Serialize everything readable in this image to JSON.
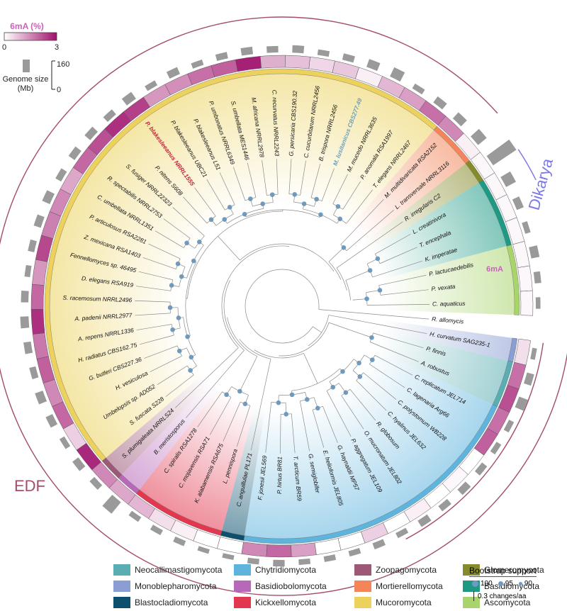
{
  "heat_legend": {
    "title": "6mA (%)",
    "min": "0",
    "max": "3"
  },
  "size_legend": {
    "title_line1": "Genome size",
    "title_line2": "(Mb)",
    "max": "160",
    "min": "0"
  },
  "group_labels": {
    "dikarya": "Dikarya",
    "edf": "EDF",
    "sixma": "6mA"
  },
  "taxa": [
    {
      "name": "R. allomycis",
      "phylum": "none",
      "mA": 0,
      "gs": 0,
      "hl": false
    },
    {
      "name": "C. aquaticus",
      "phylum": "asco",
      "mA": 0.1,
      "gs": 25,
      "hl": false
    },
    {
      "name": "P. vexata",
      "phylum": "asco",
      "mA": 0.1,
      "gs": 35,
      "hl": false
    },
    {
      "name": "P. lactucaedebilis",
      "phylum": "asco",
      "mA": 0.1,
      "gs": 45,
      "hl": false
    },
    {
      "name": "K. imperatae",
      "phylum": "basidio",
      "mA": 0.1,
      "gs": 30,
      "hl": false
    },
    {
      "name": "T. encephala",
      "phylum": "basidio",
      "mA": 0.1,
      "gs": 40,
      "hl": false
    },
    {
      "name": "L. creatinivora",
      "phylum": "basidio",
      "mA": 0.1,
      "gs": 60,
      "hl": false
    },
    {
      "name": "R. irregularis C2",
      "phylum": "glom",
      "mA": 0.1,
      "gs": 150,
      "hl": false
    },
    {
      "name": "L. transversale NRRL3116",
      "phylum": "mort",
      "mA": 0.2,
      "gs": 60,
      "hl": false
    },
    {
      "name": "M. multidivaricata RSA2152",
      "phylum": "mort",
      "mA": 1.5,
      "gs": 45,
      "hl": false
    },
    {
      "name": "T. elegans NRRL2467",
      "phylum": "muco",
      "mA": 1.8,
      "gs": 40,
      "hl": false
    },
    {
      "name": "P. anomala RSA1997",
      "phylum": "muco",
      "mA": 1.2,
      "gs": 30,
      "hl": false
    },
    {
      "name": "M. mucedo NRRL3635",
      "phylum": "muco",
      "mA": 0.9,
      "gs": 55,
      "hl": false
    },
    {
      "name": "M. lusitanicus CBS277.49",
      "phylum": "muco",
      "mA": 0.2,
      "gs": 45,
      "hl": "blue"
    },
    {
      "name": "B. trispora NRRL2456",
      "phylum": "muco",
      "mA": 0.7,
      "gs": 35,
      "hl": false
    },
    {
      "name": "C. cucurbitarum NRRL2456",
      "phylum": "muco",
      "mA": 0.5,
      "gs": 30,
      "hl": false
    },
    {
      "name": "G. persicaria CBS190.32",
      "phylum": "muco",
      "mA": 0.8,
      "gs": 40,
      "hl": false
    },
    {
      "name": "C. recurvatus NRRL2243",
      "phylum": "muco",
      "mA": 1.0,
      "gs": 35,
      "hl": false
    },
    {
      "name": "M. africana NRRL2978",
      "phylum": "muco",
      "mA": 2.8,
      "gs": 40,
      "hl": false
    },
    {
      "name": "S. umbellata MES1446",
      "phylum": "muco",
      "mA": 2.0,
      "gs": 35,
      "hl": false
    },
    {
      "name": "P. umbonatus NRRL6349",
      "phylum": "muco",
      "mA": 1.8,
      "gs": 30,
      "hl": false
    },
    {
      "name": "P. blakesleeanus L51",
      "phylum": "muco",
      "mA": 1.4,
      "gs": 40,
      "hl": false
    },
    {
      "name": "P. blakesleeanus UBC21",
      "phylum": "muco",
      "mA": 1.3,
      "gs": 30,
      "hl": false
    },
    {
      "name": "P. blakesleeanus NRRL1555",
      "phylum": "muco",
      "mA": 2.4,
      "gs": 45,
      "hl": "red"
    },
    {
      "name": "P. nitens S608",
      "phylum": "muco",
      "mA": 2.6,
      "gs": 35,
      "hl": false
    },
    {
      "name": "S. fusiger NRRL22323",
      "phylum": "muco",
      "mA": 2.2,
      "gs": 40,
      "hl": false
    },
    {
      "name": "R. spectabilis NRRL2753",
      "phylum": "muco",
      "mA": 1.9,
      "gs": 40,
      "hl": false
    },
    {
      "name": "C. umbellata NRRL1351",
      "phylum": "muco",
      "mA": 1.1,
      "gs": 35,
      "hl": false
    },
    {
      "name": "P. articulosus RSA2281",
      "phylum": "muco",
      "mA": 1.5,
      "gs": 45,
      "hl": false
    },
    {
      "name": "Z. mexicana RSA1403",
      "phylum": "muco",
      "mA": 1.6,
      "gs": 40,
      "hl": false
    },
    {
      "name": "Fennellomyces sp. 46495",
      "phylum": "muco",
      "mA": 2.3,
      "gs": 35,
      "hl": false
    },
    {
      "name": "D. elegans RSA919",
      "phylum": "muco",
      "mA": 1.3,
      "gs": 30,
      "hl": false
    },
    {
      "name": "S. racemosum NRRL2496",
      "phylum": "muco",
      "mA": 1.9,
      "gs": 40,
      "hl": false
    },
    {
      "name": "A. padenii NRRL2977",
      "phylum": "muco",
      "mA": 2.6,
      "gs": 45,
      "hl": false
    },
    {
      "name": "A. repens NRRL1336",
      "phylum": "muco",
      "mA": 1.7,
      "gs": 40,
      "hl": false
    },
    {
      "name": "H. radiatus CBS162.75",
      "phylum": "muco",
      "mA": 2.0,
      "gs": 35,
      "hl": false
    },
    {
      "name": "G. butleri CBS227.36",
      "phylum": "muco",
      "mA": 1.5,
      "gs": 45,
      "hl": false
    },
    {
      "name": "H. vesiculosa",
      "phylum": "muco",
      "mA": 1.9,
      "gs": 40,
      "hl": false
    },
    {
      "name": "Umbelopsis sp. AD052",
      "phylum": "muco",
      "mA": 0.6,
      "gs": 30,
      "hl": false
    },
    {
      "name": "S. fuscata S228",
      "phylum": "muco",
      "mA": 2.7,
      "gs": 40,
      "hl": false
    },
    {
      "name": "S. plumigaleata NRRLS24",
      "phylum": "zoopago",
      "mA": 1.5,
      "gs": 35,
      "hl": false
    },
    {
      "name": "B. meristosporus",
      "phylum": "basidiob",
      "mA": 1.1,
      "gs": 80,
      "hl": false
    },
    {
      "name": "C. spiralis RSA1278",
      "phylum": "kickx",
      "mA": 0.9,
      "gs": 30,
      "hl": false
    },
    {
      "name": "C. mojavensis RSA71",
      "phylum": "kickx",
      "mA": 0.4,
      "gs": 30,
      "hl": false
    },
    {
      "name": "K. alabamensis RSA675",
      "phylum": "kickx",
      "mA": 0.2,
      "gs": 30,
      "hl": false
    },
    {
      "name": "L. pennispora",
      "phylum": "kickx",
      "mA": 0.0,
      "gs": 25,
      "hl": false
    },
    {
      "name": "C. anguillulae PL171",
      "phylum": "blasto",
      "mA": 0.0,
      "gs": 25,
      "hl": false
    },
    {
      "name": "F. jonesii JEL569",
      "phylum": "chytrid",
      "mA": 1.5,
      "gs": 30,
      "hl": false
    },
    {
      "name": "P. hirtus BR81",
      "phylum": "chytrid",
      "mA": 1.9,
      "gs": 35,
      "hl": false
    },
    {
      "name": "T. arcticum BR59",
      "phylum": "chytrid",
      "mA": 1.2,
      "gs": 30,
      "hl": false
    },
    {
      "name": "G. semiglobifer",
      "phylum": "chytrid",
      "mA": 0.0,
      "gs": 30,
      "hl": false
    },
    {
      "name": "E. helioformis JEL805",
      "phylum": "chytrid",
      "mA": 0.0,
      "gs": 30,
      "hl": false
    },
    {
      "name": "G. haynaldii MP57",
      "phylum": "chytrid",
      "mA": 0.6,
      "gs": 35,
      "hl": false
    },
    {
      "name": "P. aggregatum JEL109",
      "phylum": "chytrid",
      "mA": 0.0,
      "gs": 30,
      "hl": false
    },
    {
      "name": "O. mucronatum JEL802",
      "phylum": "chytrid",
      "mA": 0.2,
      "gs": 40,
      "hl": false
    },
    {
      "name": "R. globosum",
      "phylum": "chytrid",
      "mA": 0.0,
      "gs": 35,
      "hl": false
    },
    {
      "name": "C. hyalinus JEL632",
      "phylum": "chytrid",
      "mA": 0.1,
      "gs": 40,
      "hl": false
    },
    {
      "name": "C. polystomum WB228",
      "phylum": "chytrid",
      "mA": 0.0,
      "gs": 35,
      "hl": false
    },
    {
      "name": "C. lagenaria Arg66",
      "phylum": "chytrid",
      "mA": 2.0,
      "gs": 30,
      "hl": false
    },
    {
      "name": "C. replicatum JEL714",
      "phylum": "chytrid",
      "mA": 1.8,
      "gs": 30,
      "hl": false
    },
    {
      "name": "A. robustus",
      "phylum": "neocal",
      "mA": 2.2,
      "gs": 50,
      "hl": false
    },
    {
      "name": "P. finnis",
      "phylum": "neocal",
      "mA": 1.8,
      "gs": 40,
      "hl": false
    },
    {
      "name": "H. curvatum SAG235-1",
      "phylum": "monoble",
      "mA": 0.4,
      "gs": 25,
      "hl": false
    }
  ],
  "legend": [
    {
      "key": "neocal",
      "label": "Neocallimastigomycota",
      "color": "#5aaeb2"
    },
    {
      "key": "chytrid",
      "label": "Chytridiomycota",
      "color": "#5fb4de"
    },
    {
      "key": "zoopago",
      "label": "Zoopagomycota",
      "color": "#9c5877"
    },
    {
      "key": "glom",
      "label": "Glomeromycota",
      "color": "#868a2a"
    },
    {
      "key": "monoble",
      "label": "Monoblepharomycota",
      "color": "#8b9ed4"
    },
    {
      "key": "basidiob",
      "label": "Basidiobolomycota",
      "color": "#b868b9"
    },
    {
      "key": "mort",
      "label": "Mortierellomycota",
      "color": "#f2855a"
    },
    {
      "key": "basidio",
      "label": "Basidiomycota",
      "color": "#1e9a84"
    },
    {
      "key": "blasto",
      "label": "Blastocladiomycota",
      "color": "#0c506e"
    },
    {
      "key": "kickx",
      "label": "Kickxellomycota",
      "color": "#e2384f"
    },
    {
      "key": "muco",
      "label": "Mucoromycota",
      "color": "#ecd25d"
    },
    {
      "key": "asco",
      "label": "Ascomycota",
      "color": "#a9d46c"
    }
  ],
  "bootstrap": {
    "title": "Bootstrap support",
    "v100": "100",
    "v95": "95",
    "v90": "90",
    "scale": "0.3 changes/aa"
  },
  "colors": {
    "heat_low": "#ffffff",
    "heat_high": "#a0106c",
    "bar": "#9a9a9a",
    "node": "#6e9bbf",
    "edf_arc": "#a34d6a",
    "dikarya_arc": "#7b78e6",
    "sixma_arc": "#a34d6a",
    "hl_red": "#c8243c",
    "hl_blue": "#6fa0b8"
  }
}
